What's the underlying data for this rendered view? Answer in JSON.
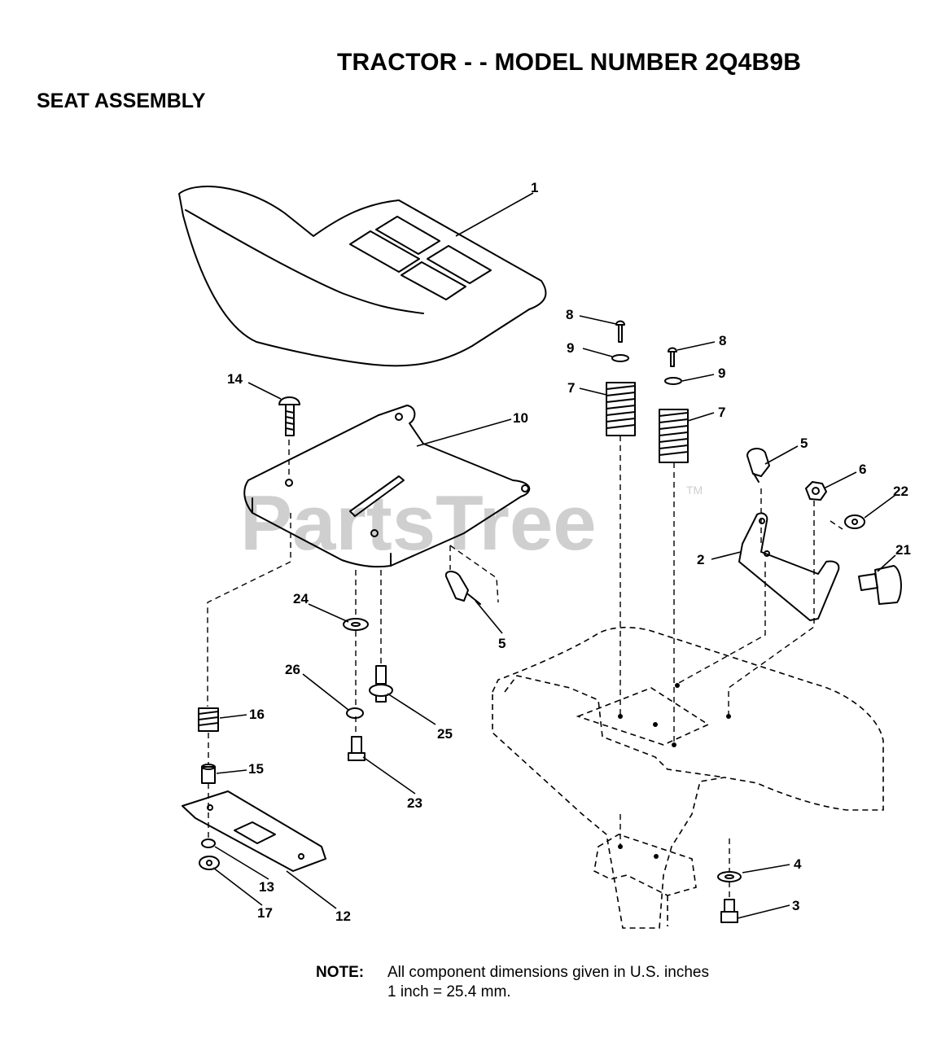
{
  "header": {
    "title": "TRACTOR - - MODEL NUMBER 2Q4B9B",
    "section": "SEAT ASSEMBLY"
  },
  "watermark": {
    "text": "PartsTree",
    "trademark": "TM"
  },
  "callouts": {
    "c1": "1",
    "c2": "2",
    "c3": "3",
    "c4": "4",
    "c5a": "5",
    "c5b": "5",
    "c6": "6",
    "c7a": "7",
    "c7b": "7",
    "c8a": "8",
    "c8b": "8",
    "c9a": "9",
    "c9b": "9",
    "c10": "10",
    "c12": "12",
    "c13": "13",
    "c14": "14",
    "c15": "15",
    "c16": "16",
    "c17": "17",
    "c21": "21",
    "c22": "22",
    "c23": "23",
    "c24": "24",
    "c25": "25",
    "c26": "26"
  },
  "note": {
    "label": "NOTE:",
    "line1": "All component dimensions given in U.S. inches",
    "line2": "1 inch = 25.4 mm."
  }
}
